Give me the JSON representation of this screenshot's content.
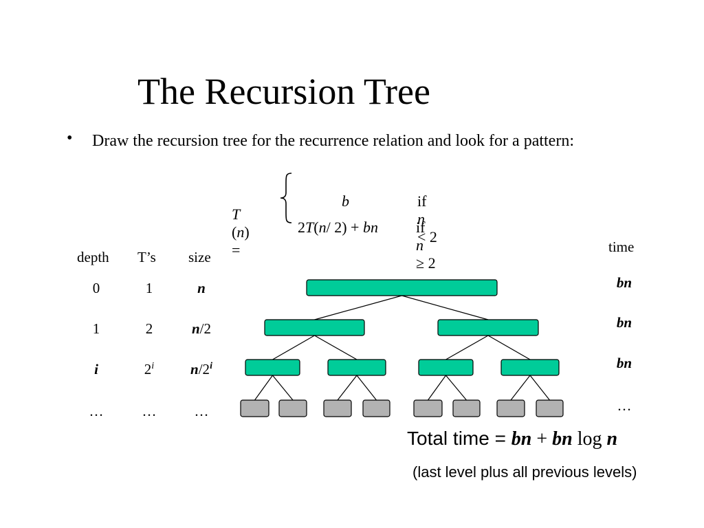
{
  "title": "The Recursion Tree",
  "bullet": {
    "marker": "•",
    "text": "Draw the recursion tree for the recurrence relation and look for a pattern:"
  },
  "recurrence": {
    "lhs": {
      "T": "T",
      "open": "(",
      "n": "n",
      "close": ")",
      "eq": "="
    },
    "case1": {
      "value": "b",
      "if": "if",
      "n": "n",
      "cond": "< 2"
    },
    "case2": {
      "two": "2",
      "T": "T",
      "open": "(",
      "n": "n",
      "mid": "/ 2) + ",
      "bn": "bn",
      "if": "if",
      "n2": "n",
      "cond": "≥ 2"
    }
  },
  "table": {
    "headers": {
      "depth": "depth",
      "ts": "T’s",
      "size": "size",
      "time": "time"
    },
    "rows": [
      {
        "depth": "0",
        "ts": "1",
        "size_main": "n",
        "size_rest": "",
        "size_sup": "",
        "time": "bn"
      },
      {
        "depth": "1",
        "ts": "2",
        "size_main": "n",
        "size_rest": "/2",
        "size_sup": "",
        "time": "bn"
      },
      {
        "depth": "i",
        "ts": "2",
        "ts_sup": "i",
        "size_main": "n",
        "size_rest": "/2",
        "size_sup": "i",
        "time": "bn"
      },
      {
        "depth": "…",
        "ts": "…",
        "size_main": "",
        "size_rest": "…",
        "size_sup": "",
        "time": "…"
      }
    ]
  },
  "colors": {
    "node_fill": "#00cc99",
    "leaf_fill": "#b2b2b2",
    "stroke": "#000000"
  },
  "total": {
    "label": "Total time = ",
    "bn1": "bn",
    "plus": " + ",
    "bn2": "bn",
    "log": " log ",
    "n": "n"
  },
  "note": "(last level plus all previous levels)"
}
